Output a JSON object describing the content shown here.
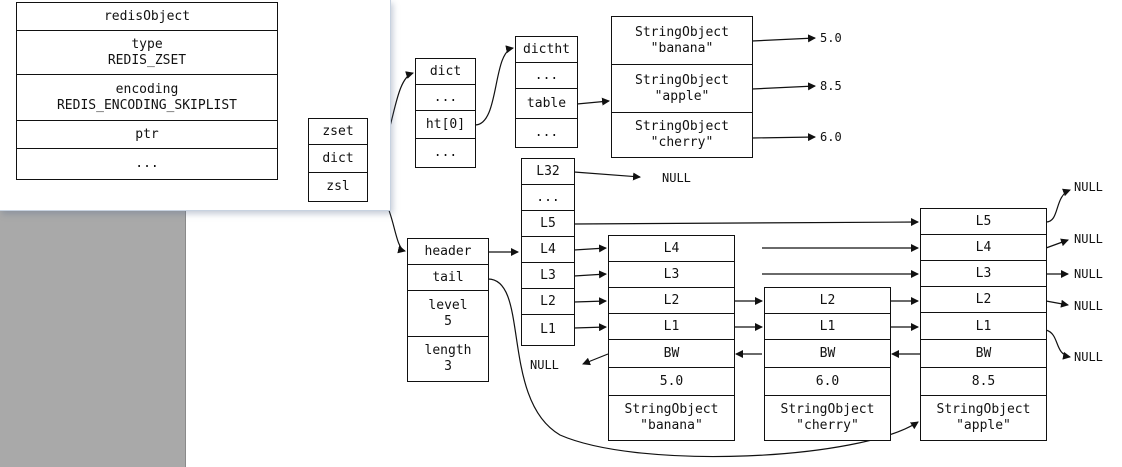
{
  "redis_object": {
    "title": "redisObject",
    "type_field": "type\nREDIS_ZSET",
    "encoding_field": "encoding\nREDIS_ENCODING_SKIPLIST",
    "ptr_field": "ptr",
    "more_field": "..."
  },
  "zset": {
    "title": "zset",
    "dict_field": "dict",
    "zsl_field": "zsl"
  },
  "dict": {
    "title": "dict",
    "row1": "...",
    "ht_field": "ht[0]",
    "row3": "..."
  },
  "dictht": {
    "title": "dictht",
    "row1": "...",
    "table_field": "table",
    "row3": "..."
  },
  "dict_entries": [
    {
      "object": "StringObject\n\"banana\"",
      "score": "5.0"
    },
    {
      "object": "StringObject\n\"apple\"",
      "score": "8.5"
    },
    {
      "object": "StringObject\n\"cherry\"",
      "score": "6.0"
    }
  ],
  "skiplist": {
    "header": "header",
    "tail": "tail",
    "level": "level\n5",
    "length": "length\n3"
  },
  "header_node": {
    "levels": [
      "L32",
      "...",
      "L5",
      "L4",
      "L3",
      "L2",
      "L1"
    ]
  },
  "null_label": "NULL",
  "nodes": [
    {
      "levels": [
        "L4",
        "L3",
        "L2",
        "L1"
      ],
      "backward": "BW",
      "score": "5.0",
      "object": "StringObject\n\"banana\""
    },
    {
      "levels": [
        "L2",
        "L1"
      ],
      "backward": "BW",
      "score": "6.0",
      "object": "StringObject\n\"cherry\""
    },
    {
      "levels": [
        "L5",
        "L4",
        "L3",
        "L2",
        "L1"
      ],
      "backward": "BW",
      "score": "8.5",
      "object": "StringObject\n\"apple\""
    }
  ]
}
